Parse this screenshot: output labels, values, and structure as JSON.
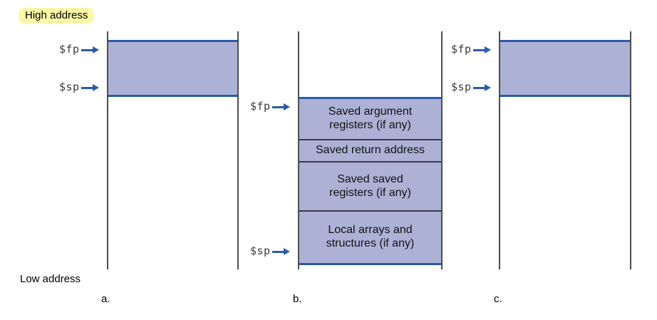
{
  "diagram": {
    "title_high": "High address",
    "title_low": "Low address",
    "colors": {
      "frame_fill": "#aeb1d6",
      "frame_border": "#2b5ba8",
      "stack_wall": "#4d4d4d",
      "highlight": "#fbf8a8",
      "arrow": "#2b5ba8"
    }
  },
  "panels": [
    {
      "caption": "a.",
      "pointers": [
        {
          "name": "fp",
          "label": "$fp"
        },
        {
          "name": "sp",
          "label": "$sp"
        }
      ],
      "cells": []
    },
    {
      "caption": "b.",
      "pointers": [
        {
          "name": "fp",
          "label": "$fp"
        },
        {
          "name": "sp",
          "label": "$sp"
        }
      ],
      "cells": [
        {
          "line1": "Saved argument",
          "line2": "registers (if any)"
        },
        {
          "line1": "Saved return address",
          "line2": ""
        },
        {
          "line1": "Saved saved",
          "line2": "registers (if any)"
        },
        {
          "line1": "Local arrays and",
          "line2": "structures (if any)"
        }
      ]
    },
    {
      "caption": "c.",
      "pointers": [
        {
          "name": "fp",
          "label": "$fp"
        },
        {
          "name": "sp",
          "label": "$sp"
        }
      ],
      "cells": []
    }
  ]
}
